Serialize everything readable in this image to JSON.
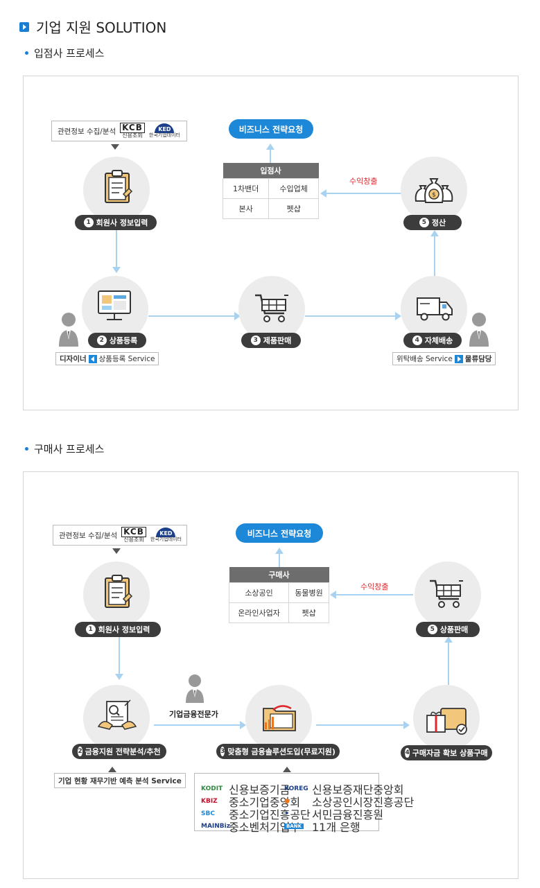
{
  "page_title": "기업 지원 SOLUTION",
  "section1": {
    "heading": "입점사 프로세스",
    "info_box": "관련정보 수집/분석",
    "kcb_logo": "KCB",
    "kcb_caption": "신용조회",
    "ked_logo": "KED",
    "ked_caption": "한국기업데이터",
    "biz_button": "비즈니스 전략요청",
    "table": {
      "header": "입점사",
      "rows": [
        [
          "1차밴더",
          "수입업체"
        ],
        [
          "본사",
          "펫샵"
        ]
      ]
    },
    "profit_label": "수익창출",
    "steps": [
      {
        "num": "1",
        "label": "회원사 정보입력"
      },
      {
        "num": "2",
        "label": "상품등록"
      },
      {
        "num": "3",
        "label": "제품판매"
      },
      {
        "num": "4",
        "label": "자체배송"
      },
      {
        "num": "5",
        "label": "정산"
      }
    ],
    "tag_left": {
      "who": "디자이너",
      "service": "상품등록 Service"
    },
    "tag_right": {
      "service": "위탁배송 Service",
      "who": "물류담당"
    }
  },
  "section2": {
    "heading": "구매사 프로세스",
    "info_box": "관련정보 수집/분석",
    "kcb_logo": "KCB",
    "kcb_caption": "신용조회",
    "ked_logo": "KED",
    "ked_caption": "한국기업데이터",
    "biz_button": "비즈니스 전략요청",
    "table": {
      "header": "구매사",
      "rows": [
        [
          "소상공인",
          "동물병원"
        ],
        [
          "온라인사업자",
          "펫샵"
        ]
      ]
    },
    "profit_label": "수익창출",
    "expert_label": "기업금융전문가",
    "steps": [
      {
        "num": "1",
        "label": "회원사 정보입력"
      },
      {
        "num": "2",
        "label": "금융지원 전략분석/추천"
      },
      {
        "num": "3",
        "label": "맞춤형 금융솔루션도입(무료지원)"
      },
      {
        "num": "4",
        "label": "구매자금 확보 상품구매"
      },
      {
        "num": "5",
        "label": "상품판매"
      }
    ],
    "analysis_box": "기업 현황 재무기반 예측 분석 Service",
    "partners": [
      {
        "logo": "KODIT",
        "name": "신용보증기금",
        "color": "#2d8a3e"
      },
      {
        "logo": "KOREG",
        "name": "신용보증재단중앙회",
        "color": "#1b3f8b"
      },
      {
        "logo": "KBIZ",
        "name": "중소기업중앙회",
        "color": "#c8102e"
      },
      {
        "logo": "",
        "name": "소상공인시장진흥공단",
        "color": "#e87722"
      },
      {
        "logo": "SBC",
        "name": "중소기업진흥공단",
        "color": "#1e88d8"
      },
      {
        "logo": "",
        "name": "서민금융진흥원",
        "color": "#1b3f8b"
      },
      {
        "logo": "MAINBiz",
        "name": "중소벤처기업부",
        "color": "#1b3f8b"
      },
      {
        "logo": "BANK",
        "name": "11개 은행",
        "color": "#1e88d8"
      }
    ]
  }
}
